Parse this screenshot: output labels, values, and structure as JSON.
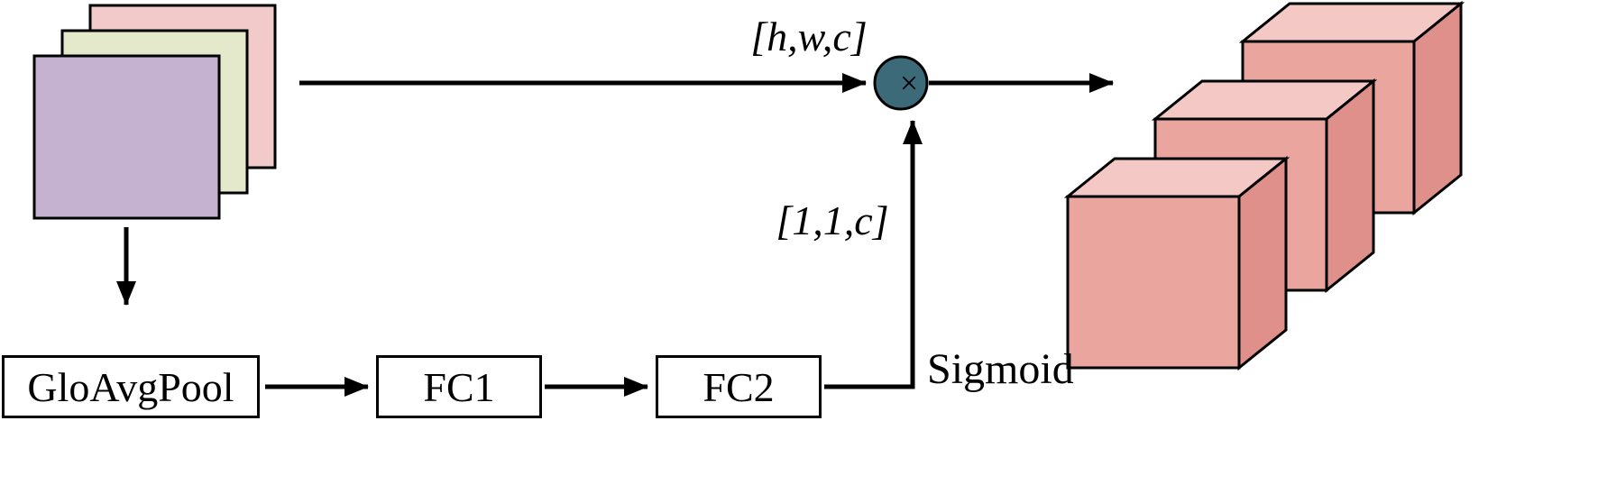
{
  "labels": {
    "hwc": "[h,w,c]",
    "one_one_c": "[1,1,c]",
    "sigmoid": "Sigmoid",
    "multiply_symbol": "×"
  },
  "boxes": {
    "gloavgpool": "GloAvgPool",
    "fc1": "FC1",
    "fc2": "FC2"
  },
  "colors": {
    "feature_map_back": "#f3caca",
    "feature_map_middle": "#e5e9cb",
    "feature_map_front": "#c5b2d0",
    "multiply_circle": "#3d6a79",
    "cube_top": "#f4c8c4",
    "cube_front": "#eaa59f",
    "cube_side": "#df908a",
    "stroke": "#000000",
    "box_background": "#ffffff"
  }
}
